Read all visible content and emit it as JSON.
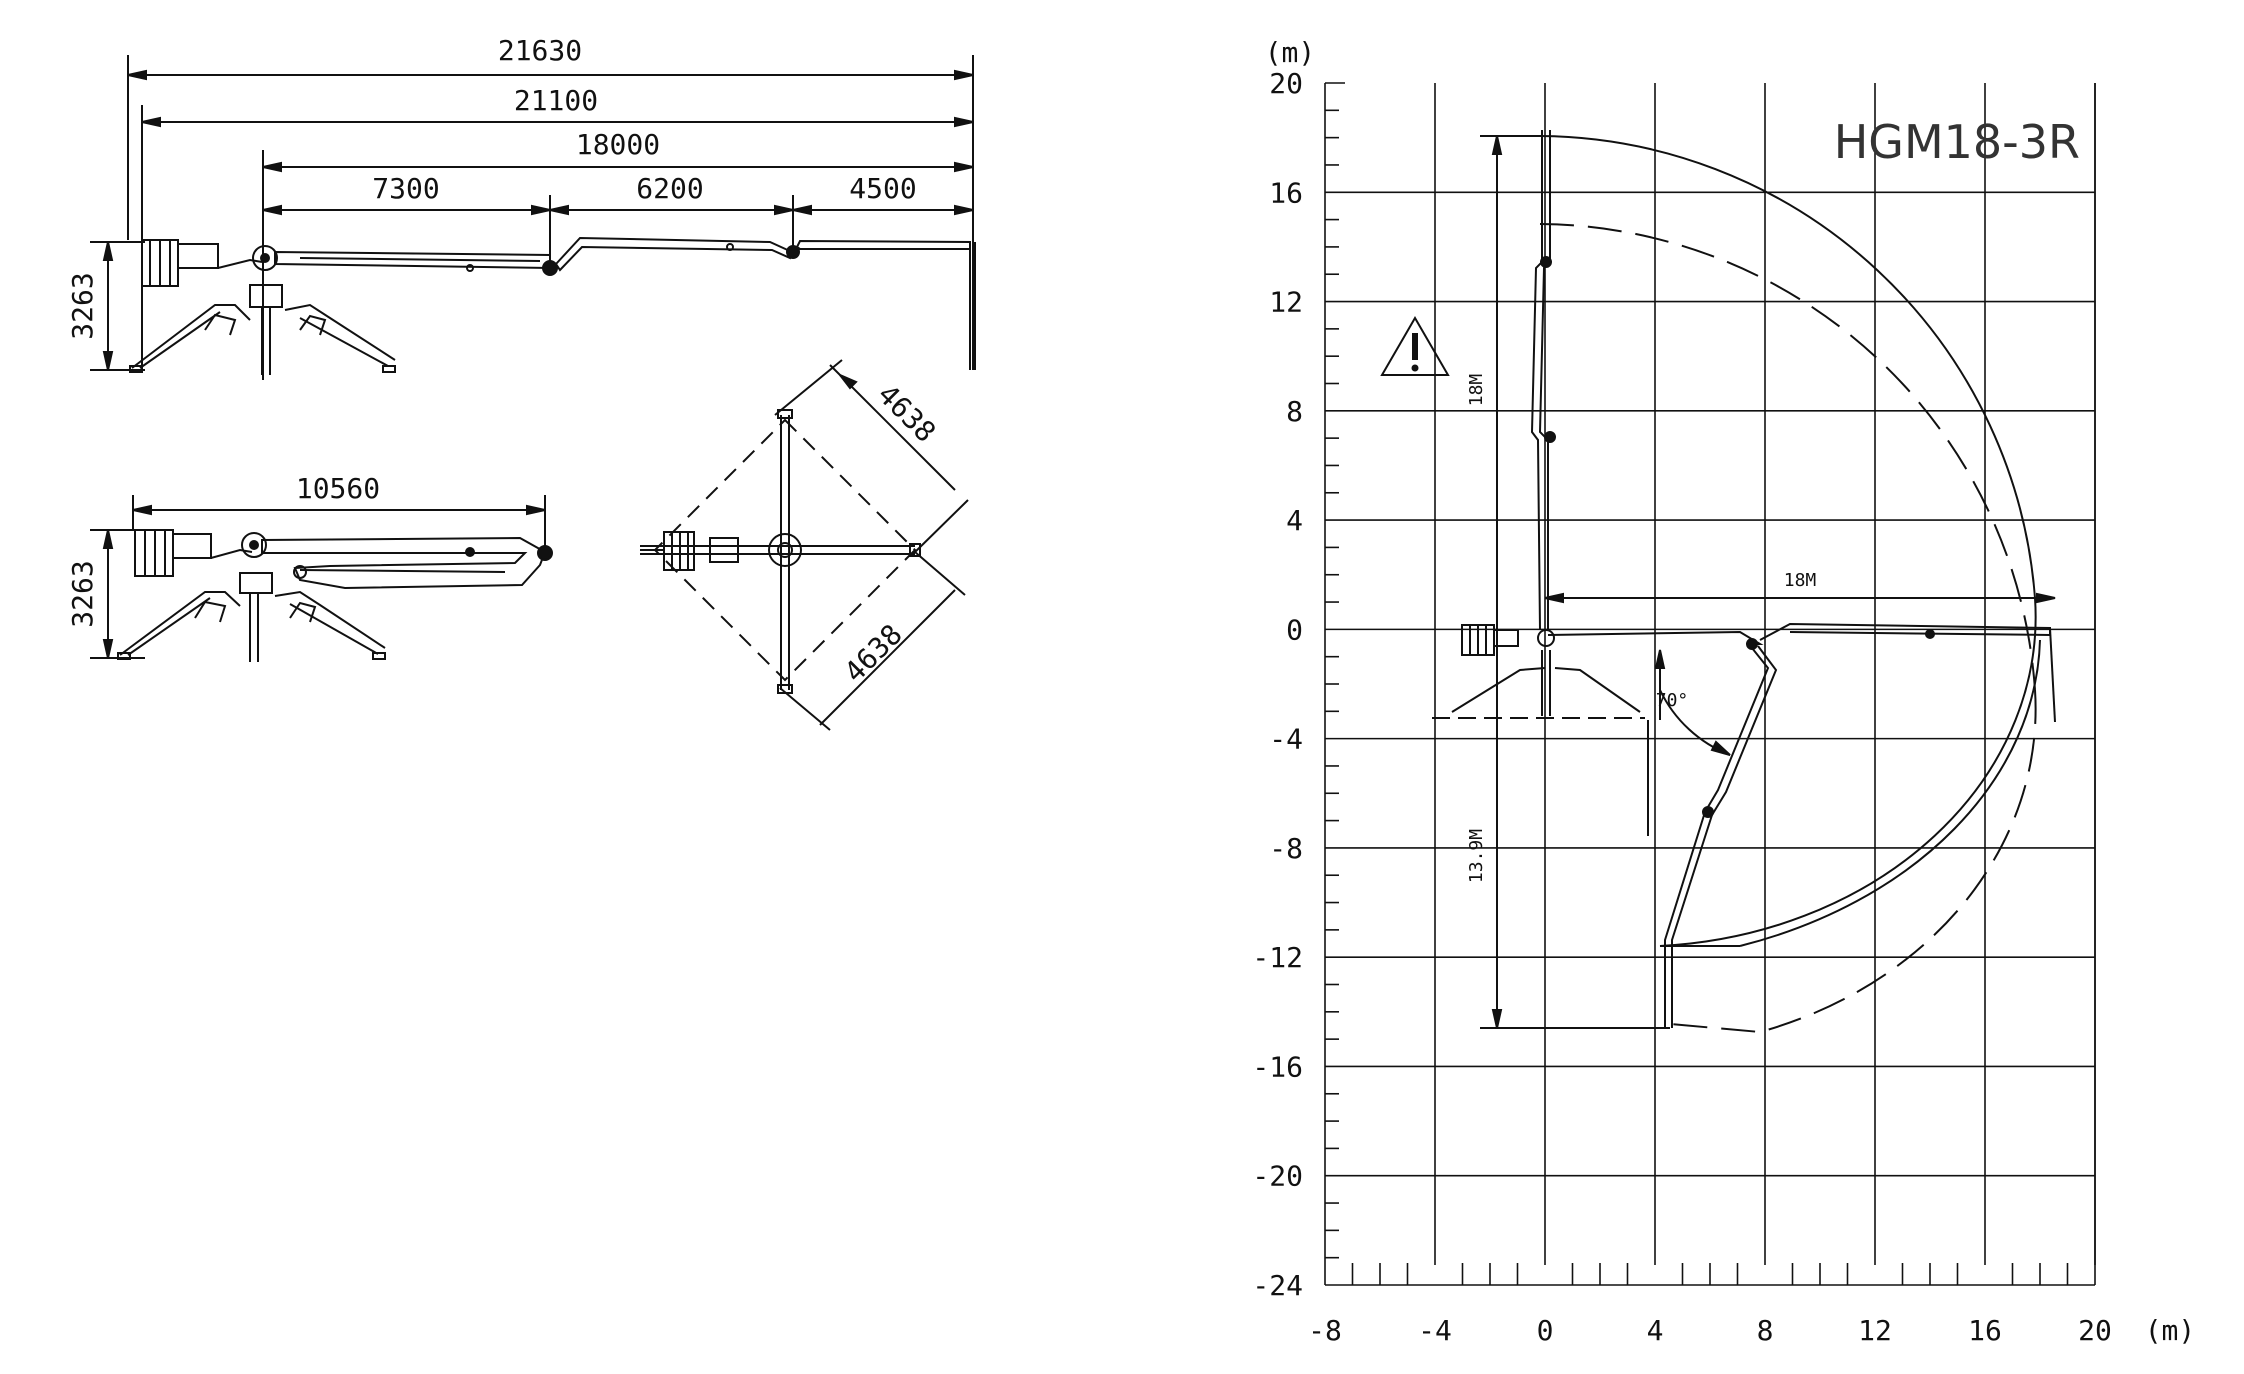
{
  "drawing": {
    "side_view": {
      "dims_horizontal": [
        "21630",
        "21100",
        "18000",
        "7300",
        "6200",
        "4500"
      ],
      "height": "3263"
    },
    "folded_view": {
      "length": "10560",
      "height": "3263"
    },
    "top_view": {
      "diag_1": "4638",
      "diag_2": "4638"
    }
  },
  "working_range": {
    "model": "HGM18-3R",
    "unit_y": "(m)",
    "unit_x": "(m)",
    "y_ticks": [
      "20",
      "16",
      "12",
      "8",
      "4",
      "0",
      "-4",
      "-8",
      "-12",
      "-16",
      "-20",
      "-24"
    ],
    "x_ticks": [
      "-8",
      "-4",
      "0",
      "4",
      "8",
      "12",
      "16",
      "20"
    ],
    "vertical_reach": "18M",
    "horizontal_reach": "18M",
    "depth_reach": "13.9M",
    "angle": "70°",
    "warning_symbol": "warning-triangle"
  }
}
